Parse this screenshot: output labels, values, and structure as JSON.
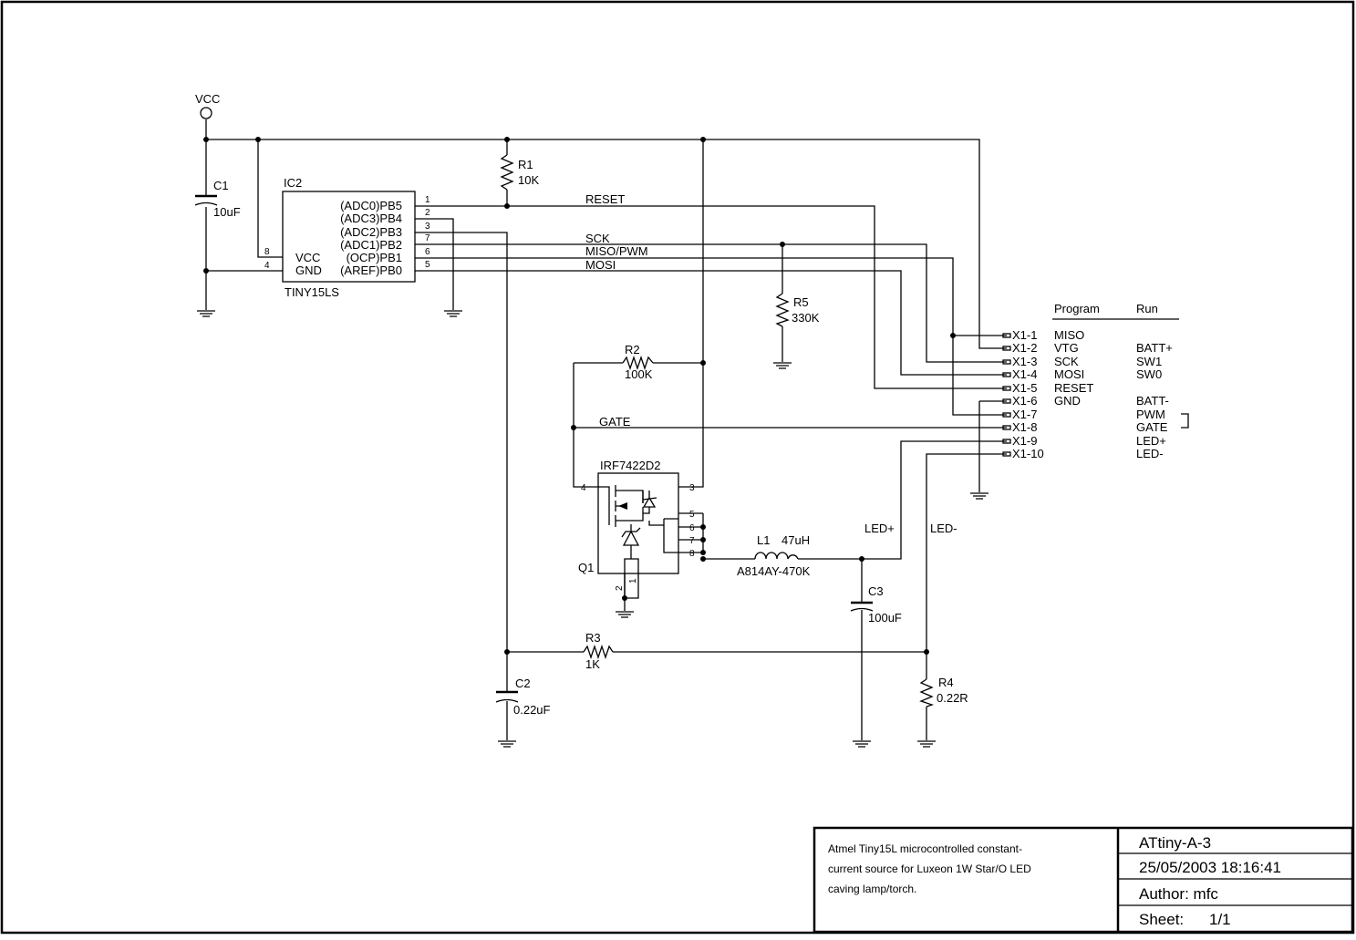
{
  "power": {
    "vcc": "VCC"
  },
  "ic2": {
    "ref": "IC2",
    "part": "TINY15LS",
    "left_pins": [
      {
        "num": "8",
        "name": "VCC"
      },
      {
        "num": "4",
        "name": "GND"
      }
    ],
    "right_pins": [
      {
        "num": "1",
        "name": "(ADC0)PB5"
      },
      {
        "num": "2",
        "name": "(ADC3)PB4"
      },
      {
        "num": "3",
        "name": "(ADC2)PB3"
      },
      {
        "num": "7",
        "name": "(ADC1)PB2"
      },
      {
        "num": "6",
        "name": "(OCP)PB1"
      },
      {
        "num": "5",
        "name": "(AREF)PB0"
      }
    ]
  },
  "components": {
    "c1": {
      "ref": "C1",
      "value": "10uF"
    },
    "r1": {
      "ref": "R1",
      "value": "10K"
    },
    "r2": {
      "ref": "R2",
      "value": "100K"
    },
    "r3": {
      "ref": "R3",
      "value": "1K"
    },
    "r4": {
      "ref": "R4",
      "value": "0.22R"
    },
    "r5": {
      "ref": "R5",
      "value": "330K"
    },
    "c2": {
      "ref": "C2",
      "value": "0.22uF"
    },
    "c3": {
      "ref": "C3",
      "value": "100uF"
    },
    "l1": {
      "ref": "L1",
      "value": "47uH",
      "part": "A814AY-470K"
    },
    "q1": {
      "ref": "Q1",
      "part": "IRF7422D2",
      "pins": [
        "4",
        "3",
        "5",
        "6",
        "7",
        "8",
        "2",
        "1"
      ]
    }
  },
  "nets": {
    "reset": "RESET",
    "sck": "SCK",
    "miso_pwm": "MISO/PWM",
    "mosi": "MOSI",
    "gate": "GATE",
    "led_plus": "LED+",
    "led_minus": "LED-"
  },
  "connector": {
    "header_program": "Program",
    "header_run": "Run",
    "pins": [
      {
        "pin": "X1-1",
        "program": "MISO",
        "run": ""
      },
      {
        "pin": "X1-2",
        "program": "VTG",
        "run": "BATT+"
      },
      {
        "pin": "X1-3",
        "program": "SCK",
        "run": "SW1"
      },
      {
        "pin": "X1-4",
        "program": "MOSI",
        "run": "SW0"
      },
      {
        "pin": "X1-5",
        "program": "RESET",
        "run": ""
      },
      {
        "pin": "X1-6",
        "program": "GND",
        "run": "BATT-"
      },
      {
        "pin": "X1-7",
        "program": "",
        "run": "PWM"
      },
      {
        "pin": "X1-8",
        "program": "",
        "run": "GATE"
      },
      {
        "pin": "X1-9",
        "program": "",
        "run": "LED+"
      },
      {
        "pin": "X1-10",
        "program": "",
        "run": "LED-"
      }
    ]
  },
  "title_block": {
    "description_lines": [
      "Atmel Tiny15L microcontrolled constant-",
      "current source for Luxeon 1W Star/O LED",
      "caving lamp/torch."
    ],
    "title": "ATtiny-A-3",
    "date": "25/05/2003 18:16:41",
    "author": "Author: mfc",
    "sheet_label": "Sheet:",
    "sheet_value": "1/1"
  }
}
